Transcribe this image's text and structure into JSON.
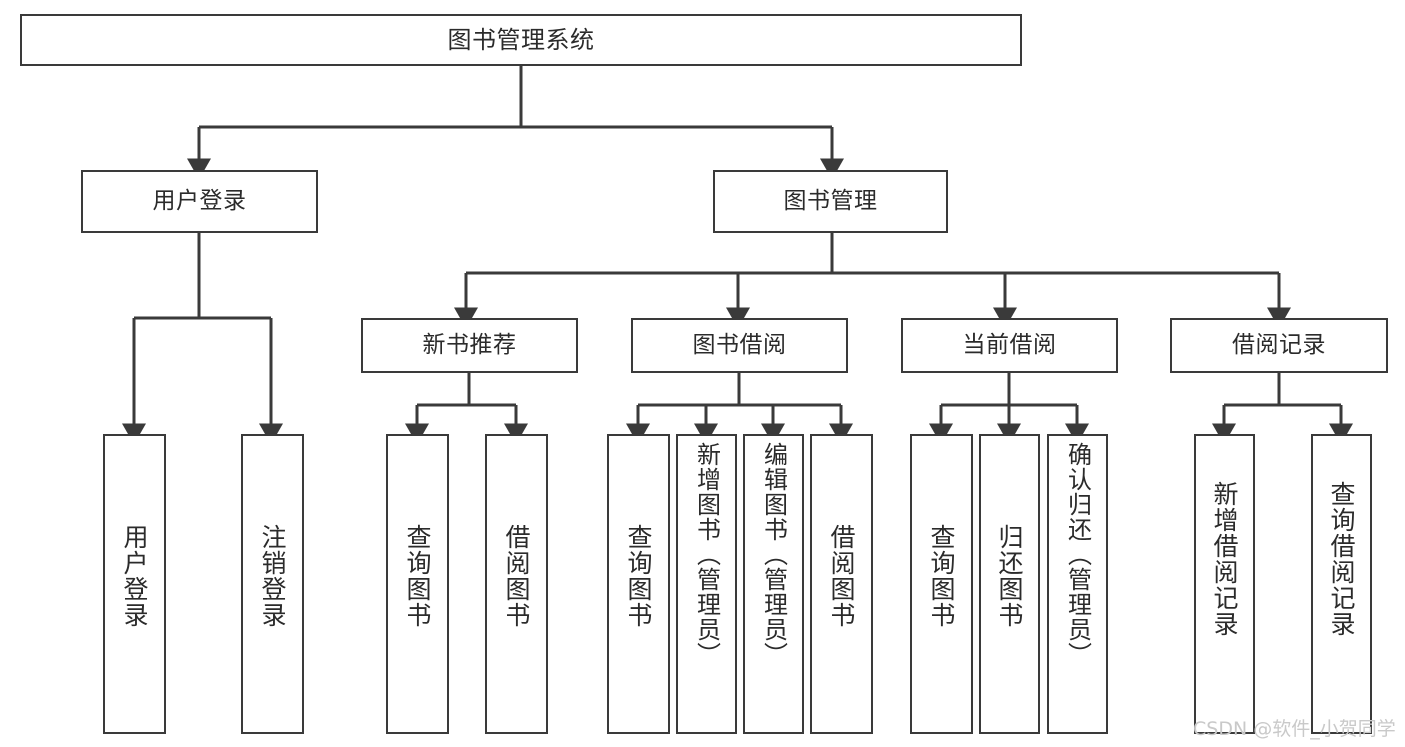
{
  "diagram": {
    "title": "图书管理系统",
    "type": "function-structure-tree",
    "stroke_color": "#3a3a3a",
    "text_color": "#2b2b2b",
    "background_color": "#ffffff",
    "nodes": {
      "root": {
        "label": "图书管理系统"
      },
      "level1": [
        {
          "id": "user-login",
          "label": "用户登录"
        },
        {
          "id": "book-manage",
          "label": "图书管理"
        }
      ],
      "level2": [
        {
          "id": "new-book-recommend",
          "label": "新书推荐"
        },
        {
          "id": "book-borrow",
          "label": "图书借阅"
        },
        {
          "id": "current-borrow",
          "label": "当前借阅"
        },
        {
          "id": "borrow-record",
          "label": "借阅记录"
        }
      ],
      "leaves": {
        "user_login": [
          {
            "id": "leaf-user-login",
            "label": "用户登录"
          },
          {
            "id": "leaf-user-logout",
            "label": "注销登录"
          }
        ],
        "new_book_recommend": [
          {
            "id": "leaf-query-book-1",
            "label": "查询图书"
          },
          {
            "id": "leaf-borrow-book-1",
            "label": "借阅图书"
          }
        ],
        "book_borrow": [
          {
            "id": "leaf-query-book-2",
            "label": "查询图书"
          },
          {
            "id": "leaf-add-book",
            "label": "新增图书（管理员）"
          },
          {
            "id": "leaf-edit-book",
            "label": "编辑图书（管理员）"
          },
          {
            "id": "leaf-borrow-book-2",
            "label": "借阅图书"
          }
        ],
        "current_borrow": [
          {
            "id": "leaf-query-book-3",
            "label": "查询图书"
          },
          {
            "id": "leaf-return-book",
            "label": "归还图书"
          },
          {
            "id": "leaf-confirm-return",
            "label": "确认归还（管理员）"
          }
        ],
        "borrow_record": [
          {
            "id": "leaf-add-borrow-record",
            "label": "新增借阅记录"
          },
          {
            "id": "leaf-query-borrow-record",
            "label": "查询借阅记录"
          }
        ]
      }
    }
  },
  "watermark": {
    "text": "CSDN @软件_小贺同学",
    "color": "#c9c9c9"
  }
}
